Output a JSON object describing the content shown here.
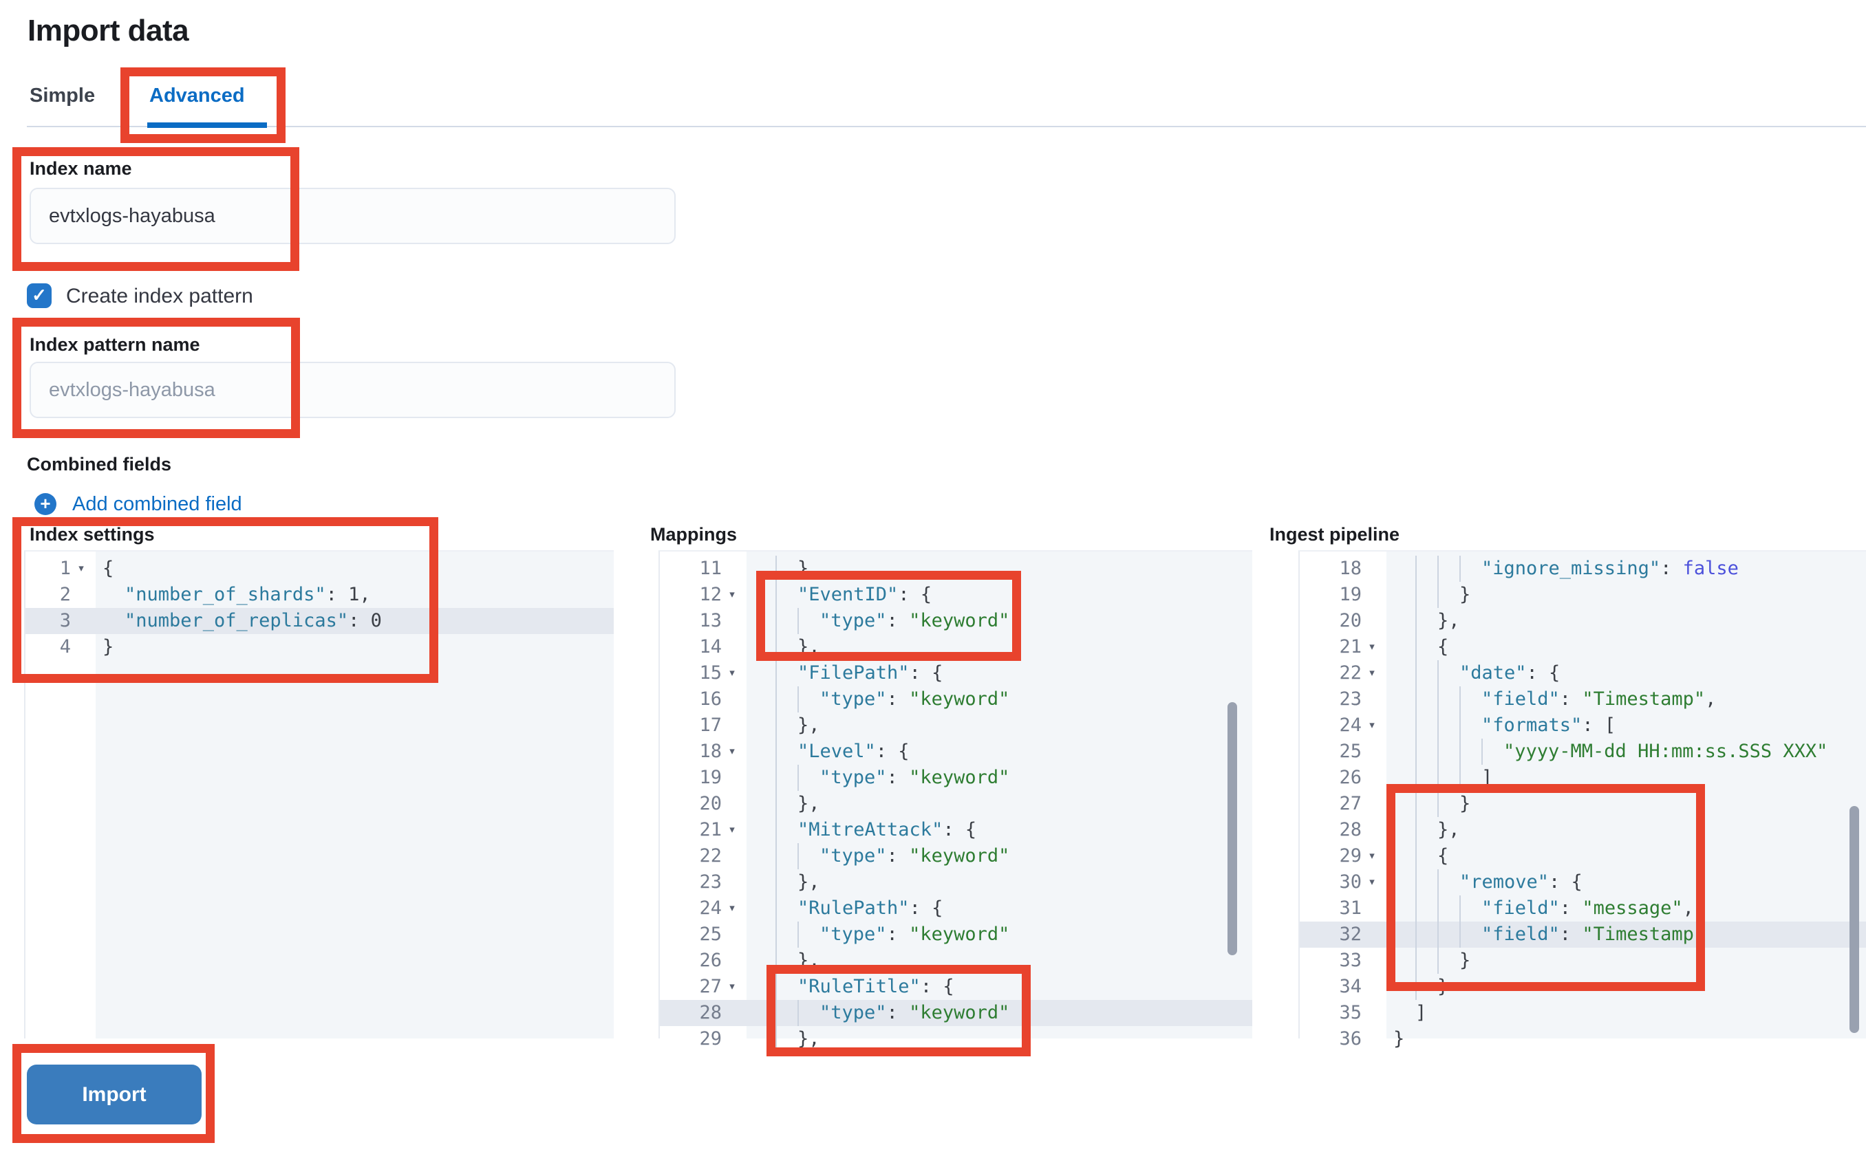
{
  "page": {
    "title": "Import data"
  },
  "tabs": {
    "simple": "Simple",
    "advanced": "Advanced"
  },
  "form": {
    "index_name": {
      "label": "Index name",
      "value": "evtxlogs-hayabusa"
    },
    "create_index_pattern": {
      "label": "Create index pattern",
      "checked": true,
      "check_glyph": "✓"
    },
    "index_pattern_name": {
      "label": "Index pattern name",
      "placeholder": "evtxlogs-hayabusa"
    },
    "combined_fields": {
      "label": "Combined fields",
      "add_link_label": "Add combined field",
      "plus_glyph": "+"
    }
  },
  "editors": {
    "index_settings": {
      "label": "Index settings",
      "lines": [
        {
          "n": 1,
          "i": 0,
          "fold": true,
          "t": [
            [
              "p",
              "{"
            ]
          ]
        },
        {
          "n": 2,
          "i": 2,
          "t": [
            [
              "k",
              "\"number_of_shards\""
            ],
            [
              "p",
              ": "
            ],
            [
              "n",
              "1"
            ],
            [
              "p",
              ","
            ]
          ]
        },
        {
          "n": 3,
          "i": 2,
          "hl": true,
          "t": [
            [
              "k",
              "\"number_of_replicas\""
            ],
            [
              "p",
              ": "
            ],
            [
              "n",
              "0"
            ]
          ]
        },
        {
          "n": 4,
          "i": 0,
          "t": [
            [
              "p",
              "}"
            ]
          ]
        }
      ]
    },
    "mappings": {
      "label": "Mappings",
      "lines": [
        {
          "n": 11,
          "i": 4,
          "t": [
            [
              "p",
              "},"
            ]
          ]
        },
        {
          "n": 12,
          "i": 4,
          "fold": true,
          "t": [
            [
              "k",
              "\"EventID\""
            ],
            [
              "p",
              ": {"
            ]
          ]
        },
        {
          "n": 13,
          "i": 6,
          "t": [
            [
              "k",
              "\"type\""
            ],
            [
              "p",
              ": "
            ],
            [
              "s",
              "\"keyword\""
            ]
          ]
        },
        {
          "n": 14,
          "i": 4,
          "t": [
            [
              "p",
              "},"
            ]
          ]
        },
        {
          "n": 15,
          "i": 4,
          "fold": true,
          "t": [
            [
              "k",
              "\"FilePath\""
            ],
            [
              "p",
              ": {"
            ]
          ]
        },
        {
          "n": 16,
          "i": 6,
          "t": [
            [
              "k",
              "\"type\""
            ],
            [
              "p",
              ": "
            ],
            [
              "s",
              "\"keyword\""
            ]
          ]
        },
        {
          "n": 17,
          "i": 4,
          "t": [
            [
              "p",
              "},"
            ]
          ]
        },
        {
          "n": 18,
          "i": 4,
          "fold": true,
          "t": [
            [
              "k",
              "\"Level\""
            ],
            [
              "p",
              ": {"
            ]
          ]
        },
        {
          "n": 19,
          "i": 6,
          "t": [
            [
              "k",
              "\"type\""
            ],
            [
              "p",
              ": "
            ],
            [
              "s",
              "\"keyword\""
            ]
          ]
        },
        {
          "n": 20,
          "i": 4,
          "t": [
            [
              "p",
              "},"
            ]
          ]
        },
        {
          "n": 21,
          "i": 4,
          "fold": true,
          "t": [
            [
              "k",
              "\"MitreAttack\""
            ],
            [
              "p",
              ": {"
            ]
          ]
        },
        {
          "n": 22,
          "i": 6,
          "t": [
            [
              "k",
              "\"type\""
            ],
            [
              "p",
              ": "
            ],
            [
              "s",
              "\"keyword\""
            ]
          ]
        },
        {
          "n": 23,
          "i": 4,
          "t": [
            [
              "p",
              "},"
            ]
          ]
        },
        {
          "n": 24,
          "i": 4,
          "fold": true,
          "t": [
            [
              "k",
              "\"RulePath\""
            ],
            [
              "p",
              ": {"
            ]
          ]
        },
        {
          "n": 25,
          "i": 6,
          "t": [
            [
              "k",
              "\"type\""
            ],
            [
              "p",
              ": "
            ],
            [
              "s",
              "\"keyword\""
            ]
          ]
        },
        {
          "n": 26,
          "i": 4,
          "t": [
            [
              "p",
              "},"
            ]
          ]
        },
        {
          "n": 27,
          "i": 4,
          "fold": true,
          "t": [
            [
              "k",
              "\"RuleTitle\""
            ],
            [
              "p",
              ": {"
            ]
          ]
        },
        {
          "n": 28,
          "i": 6,
          "hl": true,
          "t": [
            [
              "k",
              "\"type\""
            ],
            [
              "p",
              ": "
            ],
            [
              "s",
              "\"keyword\""
            ]
          ]
        },
        {
          "n": 29,
          "i": 4,
          "t": [
            [
              "p",
              "},"
            ]
          ]
        }
      ]
    },
    "ingest_pipeline": {
      "label": "Ingest pipeline",
      "lines": [
        {
          "n": 18,
          "i": 8,
          "t": [
            [
              "k",
              "\"ignore_missing\""
            ],
            [
              "p",
              ": "
            ],
            [
              "b",
              "false"
            ]
          ]
        },
        {
          "n": 19,
          "i": 6,
          "t": [
            [
              "p",
              "}"
            ]
          ]
        },
        {
          "n": 20,
          "i": 4,
          "t": [
            [
              "p",
              "},"
            ]
          ]
        },
        {
          "n": 21,
          "i": 4,
          "fold": true,
          "t": [
            [
              "p",
              "{"
            ]
          ]
        },
        {
          "n": 22,
          "i": 6,
          "fold": true,
          "t": [
            [
              "k",
              "\"date\""
            ],
            [
              "p",
              ": {"
            ]
          ]
        },
        {
          "n": 23,
          "i": 8,
          "t": [
            [
              "k",
              "\"field\""
            ],
            [
              "p",
              ": "
            ],
            [
              "s",
              "\"Timestamp\""
            ],
            [
              "p",
              ","
            ]
          ]
        },
        {
          "n": 24,
          "i": 8,
          "fold": true,
          "t": [
            [
              "k",
              "\"formats\""
            ],
            [
              "p",
              ": ["
            ]
          ]
        },
        {
          "n": 25,
          "i": 10,
          "t": [
            [
              "s",
              "\"yyyy-MM-dd HH:mm:ss.SSS XXX\""
            ]
          ]
        },
        {
          "n": 26,
          "i": 8,
          "t": [
            [
              "p",
              "]"
            ]
          ]
        },
        {
          "n": 27,
          "i": 6,
          "t": [
            [
              "p",
              "}"
            ]
          ]
        },
        {
          "n": 28,
          "i": 4,
          "t": [
            [
              "p",
              "},"
            ]
          ]
        },
        {
          "n": 29,
          "i": 4,
          "fold": true,
          "t": [
            [
              "p",
              "{"
            ]
          ]
        },
        {
          "n": 30,
          "i": 6,
          "fold": true,
          "t": [
            [
              "k",
              "\"remove\""
            ],
            [
              "p",
              ": {"
            ]
          ]
        },
        {
          "n": 31,
          "i": 8,
          "t": [
            [
              "k",
              "\"field\""
            ],
            [
              "p",
              ": "
            ],
            [
              "s",
              "\"message\""
            ],
            [
              "p",
              ","
            ]
          ]
        },
        {
          "n": 32,
          "i": 8,
          "hl": true,
          "t": [
            [
              "k",
              "\"field\""
            ],
            [
              "p",
              ": "
            ],
            [
              "s",
              "\"Timestamp\""
            ]
          ]
        },
        {
          "n": 33,
          "i": 6,
          "t": [
            [
              "p",
              "}"
            ]
          ]
        },
        {
          "n": 34,
          "i": 4,
          "t": [
            [
              "p",
              "}"
            ]
          ]
        },
        {
          "n": 35,
          "i": 2,
          "t": [
            [
              "p",
              "]"
            ]
          ]
        },
        {
          "n": 36,
          "i": 0,
          "t": [
            [
              "p",
              "}"
            ]
          ]
        }
      ]
    }
  },
  "actions": {
    "import_label": "Import"
  },
  "colors": {
    "accent_blue": "#0b6cc4",
    "checkbox_blue": "#2376c9",
    "button_blue": "#3a7cbd",
    "annotation_red": "#e8432d",
    "code_key": "#2c7a9d",
    "code_string": "#2e7d32",
    "code_boolean": "#4c51db",
    "code_punctuation": "#3b3f46",
    "line_highlight": "#e4e8ef"
  }
}
